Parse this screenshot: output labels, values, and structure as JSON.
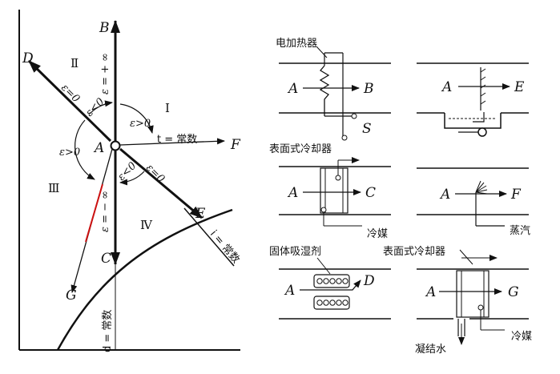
{
  "left_diagram": {
    "points": {
      "A": "A",
      "B": "B",
      "C": "C",
      "D": "D",
      "E": "E",
      "F": "F",
      "G": "G"
    },
    "regions": {
      "I": "Ⅰ",
      "II": "Ⅱ",
      "III": "Ⅲ",
      "IV": "Ⅳ"
    },
    "eps_plus_inf": "ε = + ∞",
    "eps_minus_inf": "ε = − ∞",
    "eps_zero_upper": "ε=0",
    "eps_zero_lower": "ε=0",
    "eps_gt0_upper": "ε>0",
    "eps_gt0_left": "ε>0",
    "eps_lt0_upper": "ε<0",
    "eps_lt0_lower": "ε<0",
    "t_const": "t = 常数",
    "i_const": "i = 常数",
    "d_const": "d = 常数",
    "red_line_color": "#cc1111"
  },
  "panels": {
    "heater": {
      "title": "电加热器",
      "A": "A",
      "B": "B",
      "S": "S"
    },
    "spray": {
      "A": "A",
      "E": "E"
    },
    "surface_cooler_1": {
      "title": "表面式冷却器",
      "A": "A",
      "C": "C",
      "coolant": "冷媒"
    },
    "steam": {
      "A": "A",
      "F": "F",
      "steam": "蒸汽"
    },
    "desiccant": {
      "title": "固体吸湿剂",
      "A": "A",
      "D": "D"
    },
    "surface_cooler_2": {
      "title": "表面式冷却器",
      "A": "A",
      "G": "G",
      "coolant": "冷媒",
      "condensate": "凝结水"
    }
  }
}
